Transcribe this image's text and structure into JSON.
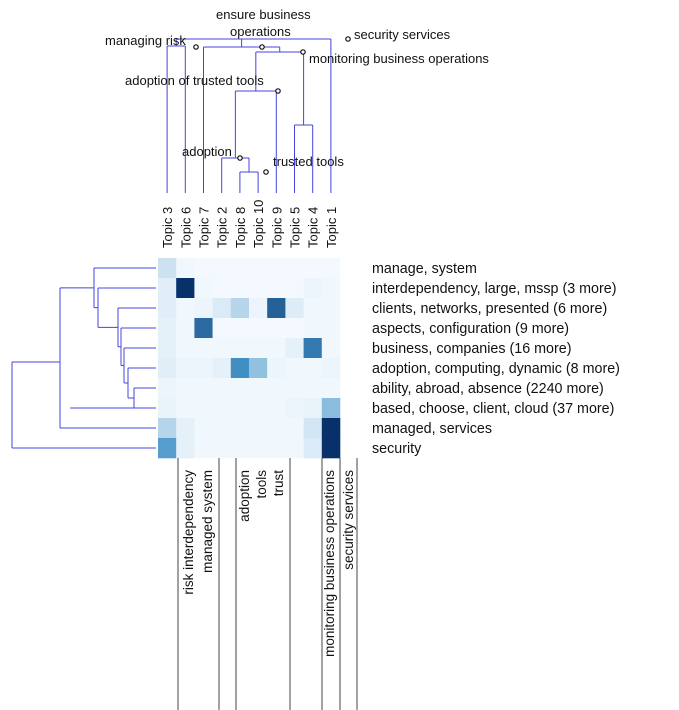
{
  "chart_data": {
    "type": "heatmap",
    "columns": [
      "Topic 3",
      "Topic 6",
      "Topic 7",
      "Topic 2",
      "Topic 8",
      "Topic 10",
      "Topic 9",
      "Topic 5",
      "Topic 4",
      "Topic 1"
    ],
    "rows": [
      "manage, system",
      "interdependency, large, mssp (3 more)",
      "clients, networks, presented (6 more)",
      "aspects, configuration (9 more)",
      "business, companies (16 more)",
      "adoption, computing, dynamic (8 more)",
      "ability, abroad, absence (2240 more)",
      "based, choose, client, cloud (37 more)",
      "managed, services",
      "security"
    ],
    "values": [
      [
        0.12,
        0.02,
        0.01,
        0.01,
        0.01,
        0.01,
        0.01,
        0.01,
        0.01,
        0.01
      ],
      [
        0.06,
        1.0,
        0.02,
        0.01,
        0.01,
        0.01,
        0.01,
        0.01,
        0.03,
        0.02
      ],
      [
        0.06,
        0.02,
        0.03,
        0.08,
        0.18,
        0.03,
        0.75,
        0.07,
        0.02,
        0.02
      ],
      [
        0.05,
        0.02,
        0.7,
        0.01,
        0.01,
        0.01,
        0.01,
        0.01,
        0.02,
        0.02
      ],
      [
        0.05,
        0.02,
        0.02,
        0.02,
        0.02,
        0.02,
        0.02,
        0.05,
        0.62,
        0.02
      ],
      [
        0.06,
        0.03,
        0.03,
        0.05,
        0.52,
        0.28,
        0.03,
        0.02,
        0.02,
        0.03
      ],
      [
        0.03,
        0.02,
        0.02,
        0.02,
        0.02,
        0.02,
        0.02,
        0.02,
        0.02,
        0.02
      ],
      [
        0.04,
        0.02,
        0.02,
        0.02,
        0.02,
        0.02,
        0.02,
        0.03,
        0.04,
        0.3
      ],
      [
        0.18,
        0.05,
        0.02,
        0.02,
        0.02,
        0.02,
        0.02,
        0.02,
        0.1,
        1.0
      ],
      [
        0.45,
        0.05,
        0.02,
        0.02,
        0.02,
        0.02,
        0.02,
        0.02,
        0.08,
        1.0
      ]
    ],
    "column_tree_labels": {
      "managing_risk": "managing risk",
      "ensure_business_operations": [
        "ensure business",
        "operations"
      ],
      "security_services": "security services",
      "monitoring_business_operations": "monitoring business operations",
      "adoption_of_trusted_tools": "adoption of trusted tools",
      "adoption": "adoption",
      "trusted_tools": "trusted tools"
    },
    "bottom_labels": [
      "risk interdependency",
      "managed system",
      "adoption",
      "tools",
      "trust",
      "monitoring business operations",
      "security services"
    ],
    "colors": {
      "low": "#f7fbff",
      "high": "#08306b",
      "tree": "#4444dd",
      "guide": "#444444"
    }
  }
}
